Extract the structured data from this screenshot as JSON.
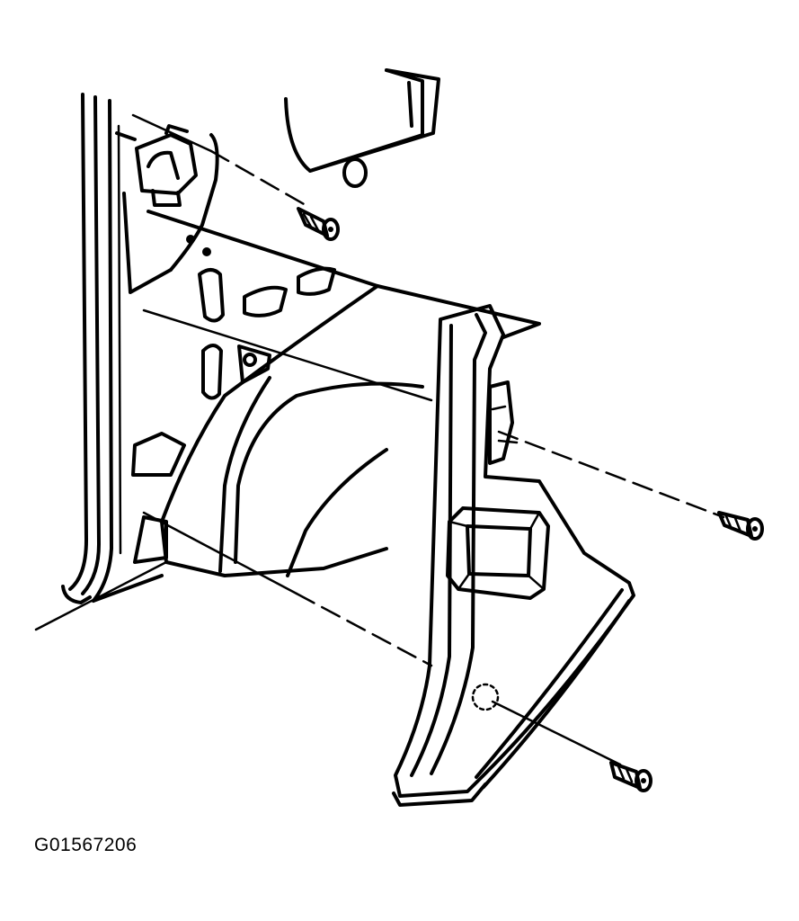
{
  "figure": {
    "id_label": "G01567206"
  },
  "colors": {
    "line": "#000000",
    "background": "#ffffff"
  },
  "parts": [
    "left-pillar",
    "inner-body-panel",
    "upper-bracket",
    "latch-striker",
    "pillar-trim-panel",
    "upper-screw",
    "middle-screw",
    "lower-screw"
  ]
}
